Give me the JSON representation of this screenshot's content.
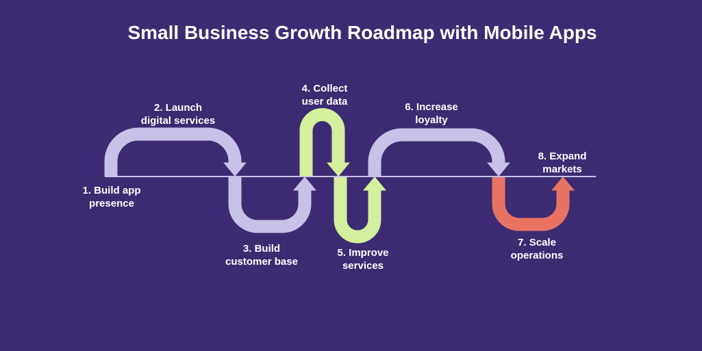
{
  "title": "Small Business Growth Roadmap with Mobile Apps",
  "steps": [
    {
      "line1": "1. Build app",
      "line2": "presence",
      "arrow_color": "lavender"
    },
    {
      "line1": "2. Launch",
      "line2": "digital services",
      "arrow_color": "lavender"
    },
    {
      "line1": "3. Build",
      "line2": "customer base",
      "arrow_color": "lavender"
    },
    {
      "line1": "4. Collect",
      "line2": "user data",
      "arrow_color": "green"
    },
    {
      "line1": "5. Improve",
      "line2": "services",
      "arrow_color": "green"
    },
    {
      "line1": "6. Increase",
      "line2": "loyalty",
      "arrow_color": "lavender"
    },
    {
      "line1": "7. Scale",
      "line2": "operations",
      "arrow_color": "red"
    },
    {
      "line1": "8. Expand",
      "line2": "markets",
      "arrow_color": "red"
    }
  ],
  "colors": {
    "background": "#3c2b72",
    "lavender": "#c8c1e8",
    "green": "#d4ef9d",
    "red": "#e87363",
    "baseline": "#c9c3e8",
    "text": "#ffffff"
  }
}
